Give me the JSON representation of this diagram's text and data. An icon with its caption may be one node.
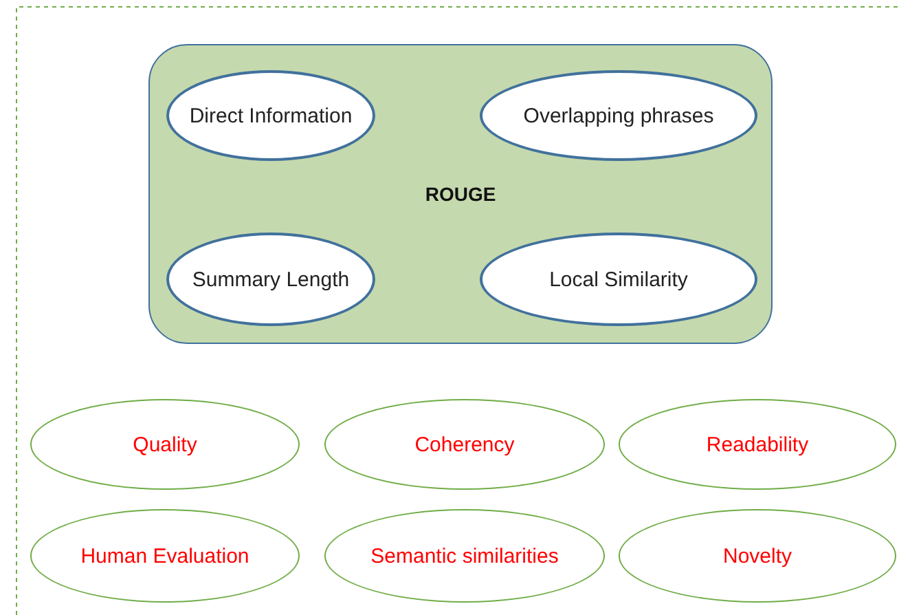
{
  "diagram": {
    "nodes": [
      {
        "text": [
          "ROUGE"
        ]
      },
      {
        "text": [
          "Direct Information"
        ],
        "in": 0
      },
      {
        "text": [
          "Overlapping phrases"
        ],
        "in": 0
      },
      {
        "text": [
          "Summary Length"
        ],
        "in": 0
      },
      {
        "text": [
          "Local Similarity"
        ],
        "in": 0
      },
      {
        "text": [
          "Quality"
        ]
      },
      {
        "text": [
          "Coherency"
        ]
      },
      {
        "text": [
          "Readability"
        ]
      },
      {
        "text": [
          "Human Evaluation"
        ]
      },
      {
        "text": [
          "Semantic similarities"
        ]
      },
      {
        "text": [
          "Novelty"
        ]
      }
    ],
    "edges": []
  }
}
